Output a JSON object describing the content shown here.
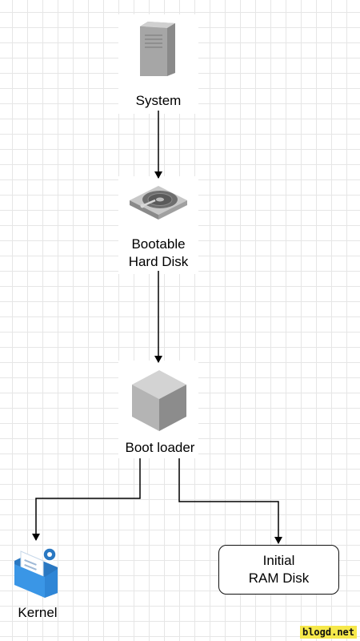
{
  "diagram": {
    "nodes": {
      "system": {
        "label": "System",
        "icon": "server-tower-icon"
      },
      "hard_disk": {
        "line1": "Bootable",
        "line2": "Hard Disk",
        "icon": "hard-disk-icon"
      },
      "boot_loader": {
        "label": "Boot loader",
        "icon": "cube-icon"
      },
      "kernel": {
        "label": "Kernel",
        "icon": "kernel-folder-icon"
      },
      "initial_ram_disk": {
        "line1": "Initial",
        "line2": "RAM Disk"
      }
    },
    "edges": [
      {
        "from": "System",
        "to": "Bootable Hard Disk"
      },
      {
        "from": "Bootable Hard Disk",
        "to": "Boot loader"
      },
      {
        "from": "Boot loader",
        "to": "Kernel"
      },
      {
        "from": "Boot loader",
        "to": "Initial RAM Disk"
      }
    ]
  },
  "watermark": "blogd.net",
  "colors": {
    "grid": "#e6e6e6",
    "connector": "#000000",
    "icon_gray": "#9b9b9b",
    "folder_blue": "#2f86d6",
    "watermark_bg": "#f6e84a"
  }
}
